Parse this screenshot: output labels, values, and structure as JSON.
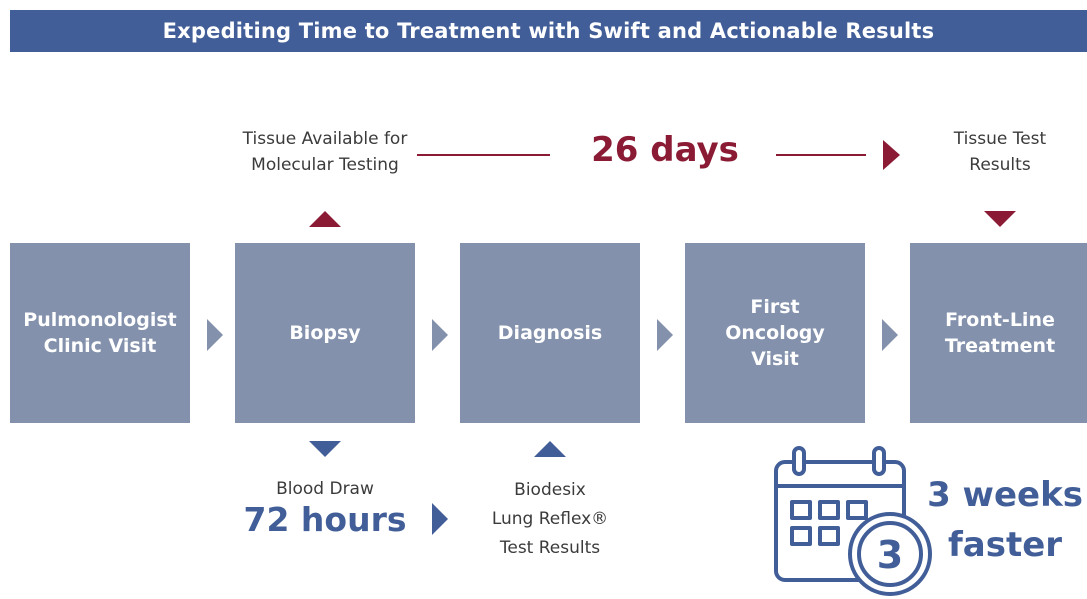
{
  "header": {
    "title": "Expediting Time to Treatment with Swift and Actionable Results"
  },
  "steps": [
    {
      "lines": [
        "Pulmonologist",
        "Clinic Visit"
      ]
    },
    {
      "lines": [
        "Biopsy"
      ]
    },
    {
      "lines": [
        "Diagnosis"
      ]
    },
    {
      "lines": [
        "First",
        "Oncology",
        "Visit"
      ]
    },
    {
      "lines": [
        "Front-Line",
        "Treatment"
      ]
    }
  ],
  "tissue_path": {
    "start_label": [
      "Tissue Available for",
      "Molecular Testing"
    ],
    "duration": "26 days",
    "end_label": [
      "Tissue Test",
      "Results"
    ]
  },
  "blood_path": {
    "start_label": "Blood Draw",
    "duration": "72 hours",
    "end_label": [
      "Biodesix",
      "Lung Reflex®",
      "Test Results"
    ]
  },
  "callout": {
    "calendar_number": "3",
    "text": [
      "3 weeks",
      "faster"
    ]
  },
  "colors": {
    "header": "#415e98",
    "box": "#8391ac",
    "tissue_accent": "#8b1b35",
    "blood_accent": "#415e98"
  },
  "icons": [
    "chevron-right-icon",
    "triangle-up-icon",
    "triangle-down-icon",
    "calendar-icon"
  ]
}
